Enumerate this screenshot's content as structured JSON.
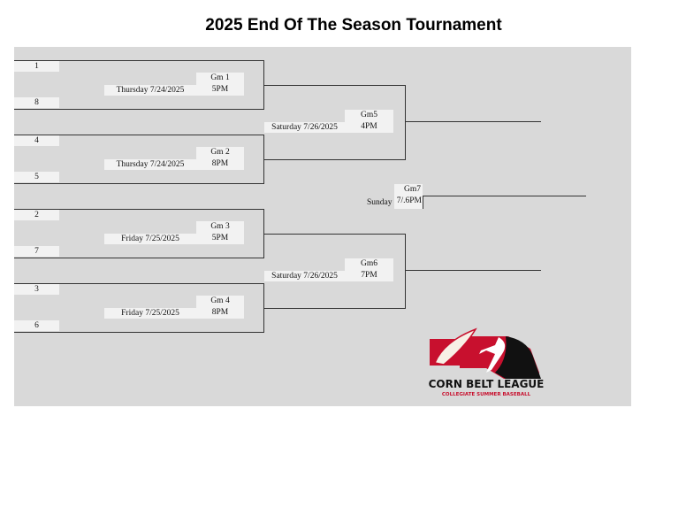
{
  "title": "2025 End Of The Season Tournament",
  "round1": [
    {
      "top_seed": "1",
      "bottom_seed": "8",
      "game": "Gm 1",
      "date": "Thursday  7/24/2025",
      "time": "5PM"
    },
    {
      "top_seed": "4",
      "bottom_seed": "5",
      "game": "Gm 2",
      "date": "Thursday  7/24/2025",
      "time": "8PM"
    },
    {
      "top_seed": "2",
      "bottom_seed": "7",
      "game": "Gm 3",
      "date": "Friday  7/25/2025",
      "time": "5PM"
    },
    {
      "top_seed": "3",
      "bottom_seed": "6",
      "game": "Gm 4",
      "date": "Friday  7/25/2025",
      "time": "8PM"
    }
  ],
  "round2": [
    {
      "game": "Gm5",
      "date": "Saturday  7/26/2025",
      "time": "4PM"
    },
    {
      "game": "Gm6",
      "date": "Saturday  7/26/2025",
      "time": "7PM"
    }
  ],
  "final": {
    "game": "Gm7",
    "day": "Sunday",
    "time": "7/.6PM"
  },
  "logo": {
    "name": "CORN BELT LEAGUE",
    "tagline": "COLLEGIATE SUMMER BASEBALL",
    "colors": {
      "red": "#c8102e",
      "black": "#111111"
    }
  }
}
